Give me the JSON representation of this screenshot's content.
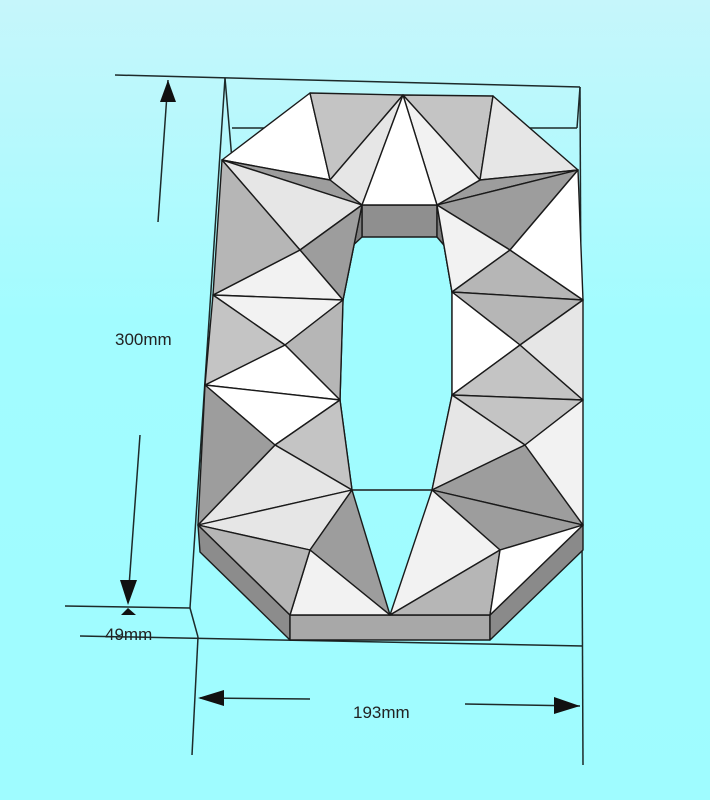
{
  "dimensions": {
    "height_label": "300mm",
    "depth_label": "49mm",
    "width_label": "193mm"
  },
  "model": {
    "shape": "digit 0 (faceted)"
  },
  "colors": {
    "background": "#a0fcff",
    "line": "#1a1a1a"
  }
}
